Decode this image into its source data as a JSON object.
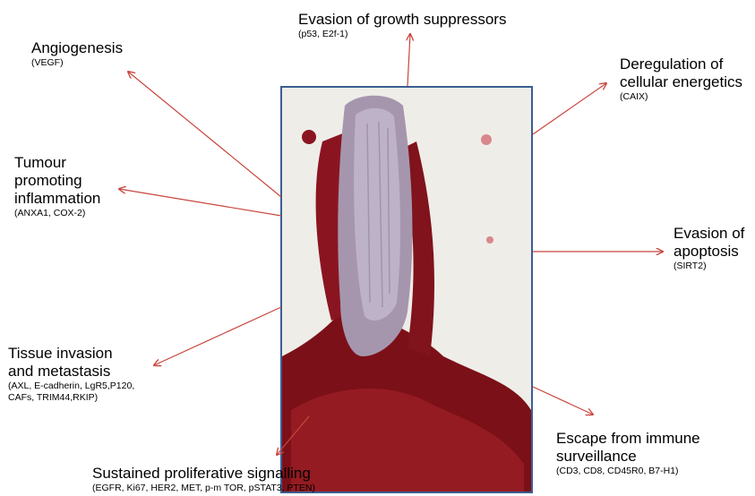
{
  "colors": {
    "arrow": "#c9453e",
    "frame": "#3b5f92"
  },
  "hallmarks": [
    {
      "id": "evasion-growth-suppressors",
      "title": "Evasion of growth suppressors",
      "markers": "(p53, E2f-1)"
    },
    {
      "id": "angiogenesis",
      "title": "Angiogenesis",
      "markers": "(VEGF)"
    },
    {
      "id": "deregulation-energetics",
      "title": "Deregulation of\ncellular energetics",
      "markers": "(CAIX)"
    },
    {
      "id": "tumour-inflammation",
      "title": "Tumour\npromoting\ninflammation",
      "markers": "(ANXA1, COX-2)"
    },
    {
      "id": "evasion-apoptosis",
      "title": "Evasion of\napoptosis",
      "markers": "(SIRT2)"
    },
    {
      "id": "tissue-invasion",
      "title": "Tissue invasion\nand metastasis",
      "markers": "(AXL, E-cadherin, LgR5,P120,\nCAFs, TRIM44,RKIP)"
    },
    {
      "id": "immune-escape",
      "title": "Escape from immune\nsurveillance",
      "markers": "(CD3, CD8, CD45R0, B7-H1)"
    },
    {
      "id": "proliferative-signalling",
      "title": "Sustained proliferative signalling",
      "markers": "(EGFR, Ki67, HER2, MET, p-m TOR, pSTAT3, PTEN)"
    }
  ]
}
